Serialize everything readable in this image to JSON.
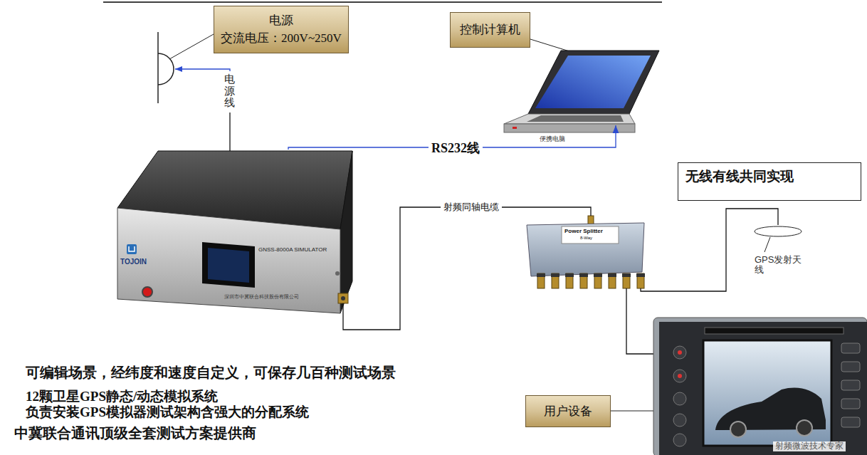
{
  "diagram": {
    "nodes": [
      {
        "text": [
          "电源",
          "交流电压：200V~250V"
        ]
      },
      {
        "text": [
          "控制计算机"
        ]
      },
      {
        "text": [
          "便携电脑"
        ]
      },
      {
        "text": [
          "TOJOIN",
          "GNSS-8000A SIMULATOR",
          "深圳市中冀联合科技股份有限公司"
        ]
      },
      {
        "text": [
          "无线有线共同实现"
        ]
      },
      {
        "text": [
          "Power Splitter",
          "8-Way"
        ]
      },
      {
        "text": [
          "GPS发射天线"
        ]
      },
      {
        "text": [
          "用户设备"
        ]
      }
    ],
    "edges": [
      {
        "from": 3,
        "to": 2,
        "arrow": "to",
        "label": "RS232线"
      },
      {
        "from": 3,
        "to": 5,
        "arrow": "none",
        "label": "射频同轴电缆"
      },
      {
        "from": 5,
        "to": 6,
        "arrow": "none"
      }
    ],
    "labels": [
      "电源线",
      "可编辑场景，经纬度和速度自定义，可保存几百种测试场景",
      "12颗卫星GPS静态/动态模拟系统",
      "负责安装GPS模拟器测试架构含强大的分配系统",
      "中冀联合通讯顶级全套测试方案提供商",
      "射频微波技术专家"
    ]
  }
}
